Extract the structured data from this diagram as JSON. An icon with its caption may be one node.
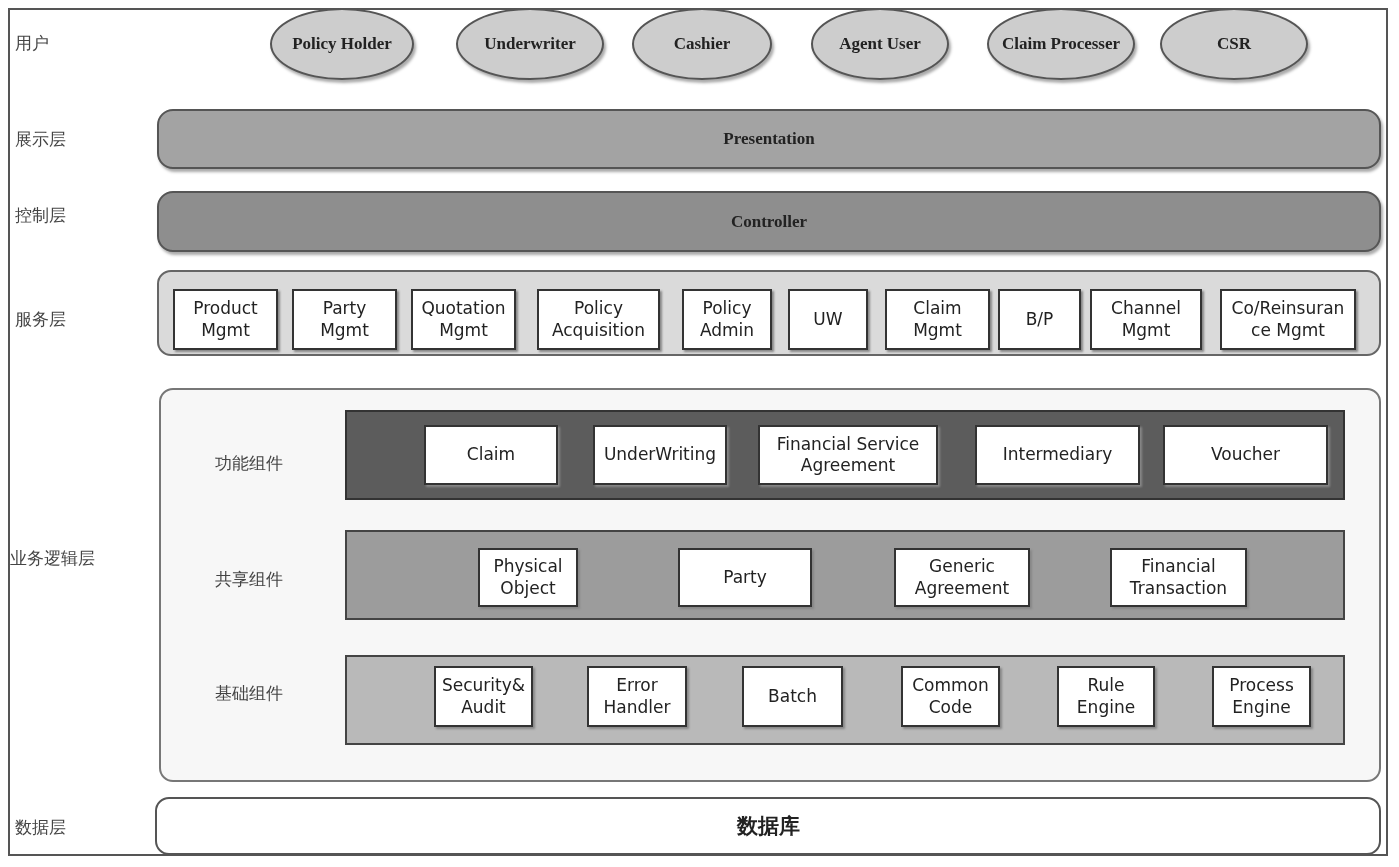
{
  "diagram": {
    "nodes": [
      {
        "text": [
          "Policy Holder"
        ]
      },
      {
        "text": [
          "Underwriter"
        ]
      },
      {
        "text": [
          "Cashier"
        ]
      },
      {
        "text": [
          "Agent User"
        ]
      },
      {
        "text": [
          "Claim Processer"
        ]
      },
      {
        "text": [
          "CSR"
        ]
      },
      {
        "text": [
          "Presentation"
        ]
      },
      {
        "text": [
          "Controller"
        ]
      },
      {
        "text": [],
        "shape": "box"
      },
      {
        "text": [
          "Product Mgmt"
        ],
        "in": 8
      },
      {
        "text": [
          "Party Mgmt"
        ],
        "in": 8
      },
      {
        "text": [
          "Quotation Mgmt"
        ],
        "in": 8
      },
      {
        "text": [
          "Policy Acquisition"
        ],
        "in": 8
      },
      {
        "text": [
          "Policy Admin"
        ],
        "in": 8
      },
      {
        "text": [
          "UW"
        ],
        "in": 8
      },
      {
        "text": [
          "Claim Mgmt"
        ],
        "in": 8
      },
      {
        "text": [
          "B/P"
        ],
        "in": 8
      },
      {
        "text": [
          "Channel Mgmt"
        ],
        "in": 8
      },
      {
        "text": [
          "Co/Reinsurance Mgmt"
        ],
        "in": 8
      },
      {
        "text": [],
        "shape": "box"
      },
      {
        "text": [],
        "shape": "box",
        "in": 19
      },
      {
        "text": [
          "Claim"
        ],
        "in": 20
      },
      {
        "text": [
          "UnderWriting"
        ],
        "in": 20
      },
      {
        "text": [
          "Financial Service Agreement"
        ],
        "in": 20
      },
      {
        "text": [
          "Intermediary"
        ],
        "in": 20
      },
      {
        "text": [
          "Voucher"
        ],
        "in": 20
      },
      {
        "text": [],
        "shape": "box",
        "in": 19
      },
      {
        "text": [
          "Physical Object"
        ],
        "in": 26
      },
      {
        "text": [
          "Party"
        ],
        "in": 26
      },
      {
        "text": [
          "Generic Agreement"
        ],
        "in": 26
      },
      {
        "text": [
          "Financial Transaction"
        ],
        "in": 26
      },
      {
        "text": [],
        "shape": "box",
        "in": 19
      },
      {
        "text": [
          "Security& Audit"
        ],
        "in": 31
      },
      {
        "text": [
          "Error Handler"
        ],
        "in": 31
      },
      {
        "text": [
          "Batch"
        ],
        "in": 31
      },
      {
        "text": [
          "Common Code"
        ],
        "in": 31
      },
      {
        "text": [
          "Rule Engine"
        ],
        "in": 31
      },
      {
        "text": [
          "Process Engine"
        ],
        "in": 31
      },
      {
        "text": [
          "数据库"
        ]
      }
    ],
    "labels": [
      "用户",
      "展示层",
      "控制层",
      "服务层",
      "功能组件",
      "业务逻辑层",
      "共享组件",
      "基础组件",
      "数据层"
    ]
  }
}
